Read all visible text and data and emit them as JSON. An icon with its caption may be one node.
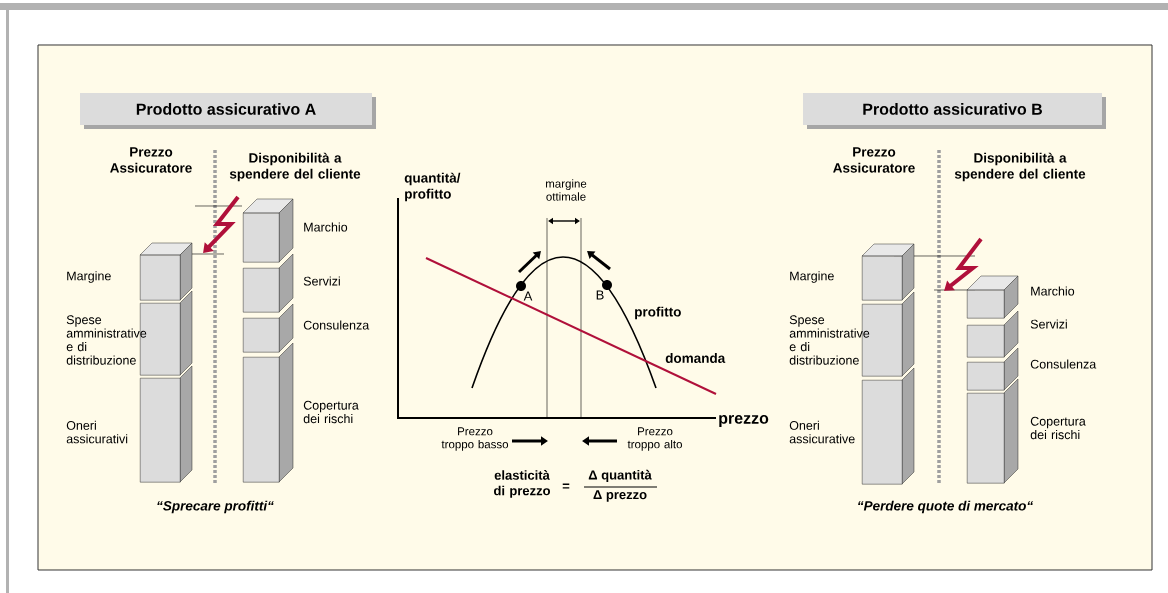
{
  "diagram": {
    "nodes": [
      {
        "text": [
          "Prodotto assicurativo A"
        ]
      },
      {
        "text": [],
        "shape": "box",
        "beside": [
          "Margine"
        ]
      },
      {
        "text": [],
        "shape": "box",
        "beside": [
          "Spese amministrative e di distribuzione"
        ]
      },
      {
        "text": [],
        "shape": "box",
        "beside": [
          "Oneri assicurativi"
        ]
      },
      {
        "text": [],
        "shape": "box",
        "beside": [
          "Marchio"
        ]
      },
      {
        "text": [],
        "shape": "box",
        "beside": [
          "Servizi"
        ]
      },
      {
        "text": [],
        "shape": "box",
        "beside": [
          "Consulenza"
        ]
      },
      {
        "text": [],
        "shape": "box",
        "beside": [
          "Copertura dei rischi"
        ]
      },
      {
        "text": [
          "Prodotto assicurativo B"
        ]
      },
      {
        "text": [],
        "shape": "box",
        "beside": [
          "Margine"
        ]
      },
      {
        "text": [],
        "shape": "box",
        "beside": [
          "Spese amministrative e di distribuzione"
        ]
      },
      {
        "text": [],
        "shape": "box",
        "beside": [
          "Oneri assicurative"
        ]
      },
      {
        "text": [],
        "shape": "box",
        "beside": [
          "Marchio"
        ]
      },
      {
        "text": [],
        "shape": "box",
        "beside": [
          "Servizi"
        ]
      },
      {
        "text": [],
        "shape": "box",
        "beside": [
          "Consulenza"
        ]
      },
      {
        "text": [],
        "shape": "box",
        "beside": [
          "Copertura dei rischi"
        ]
      }
    ],
    "labels": [
      "Prezzo Assicuratore",
      "Disponibilità a spendere del cliente",
      "“Sprecare profitti“",
      "quantità/ profitto",
      "margine ottimale",
      "A",
      "B",
      "profitto",
      "domanda",
      "prezzo",
      "Prezzo troppo basso",
      "Prezzo troppo alto",
      "elasticità di prezzo",
      "=",
      "Δ quantità",
      "Δ prezzo",
      "Prezzo Assicuratore",
      "Disponibilità a spendere del cliente",
      "“Perdere quote di mercato“"
    ]
  }
}
